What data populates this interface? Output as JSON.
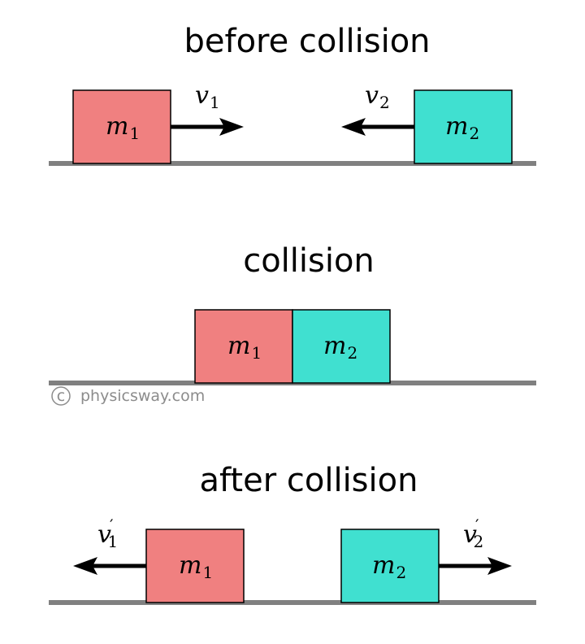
{
  "colors": {
    "block1": "#f08080",
    "block2": "#40e0d0",
    "ground": "#808080",
    "arrow": "#000000",
    "credit": "#8c8c8c"
  },
  "panels": {
    "before": {
      "title": "before collision",
      "block1": {
        "mass": "m",
        "sub": "1"
      },
      "block2": {
        "mass": "m",
        "sub": "2"
      },
      "velocity1": {
        "symbol": "v",
        "sub": "1",
        "prime": ""
      },
      "velocity2": {
        "symbol": "v",
        "sub": "2",
        "prime": ""
      }
    },
    "collision": {
      "title": "collision",
      "block1": {
        "mass": "m",
        "sub": "1"
      },
      "block2": {
        "mass": "m",
        "sub": "2"
      }
    },
    "after": {
      "title": "after collision",
      "block1": {
        "mass": "m",
        "sub": "1"
      },
      "block2": {
        "mass": "m",
        "sub": "2"
      },
      "velocity1": {
        "symbol": "v",
        "sub": "1",
        "prime": "′"
      },
      "velocity2": {
        "symbol": "v",
        "sub": "2",
        "prime": "′"
      }
    }
  },
  "credit": {
    "symbol": "c",
    "text": "physicsway.com"
  }
}
